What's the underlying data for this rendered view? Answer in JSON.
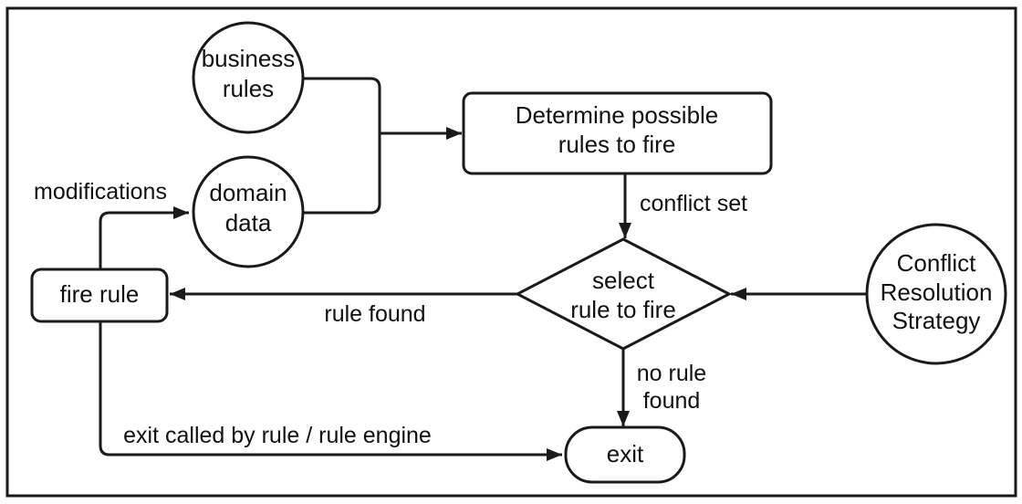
{
  "diagram": {
    "description": "Rule engine execution cycle flowchart",
    "colors": {
      "stroke": "#1a1a1a",
      "fill": "#ffffff",
      "text": "#111111",
      "background": "#ffffff"
    },
    "nodes": {
      "business_rules": {
        "type": "circle",
        "lines": [
          "business",
          "rules"
        ]
      },
      "domain_data": {
        "type": "circle",
        "lines": [
          "domain",
          "data"
        ]
      },
      "determine_rules": {
        "type": "rounded-rect",
        "lines": [
          "Determine possible",
          "rules to fire"
        ]
      },
      "select_rule": {
        "type": "diamond",
        "lines": [
          "select",
          "rule to fire"
        ]
      },
      "conflict_resolution": {
        "type": "circle",
        "lines": [
          "Conflict",
          "Resolution",
          "Strategy"
        ]
      },
      "fire_rule": {
        "type": "rounded-rect",
        "lines": [
          "fire rule"
        ]
      },
      "exit": {
        "type": "stadium",
        "lines": [
          "exit"
        ]
      }
    },
    "edges": [
      {
        "from": "business_rules",
        "to": "determine_rules",
        "label": ""
      },
      {
        "from": "domain_data",
        "to": "determine_rules",
        "label": ""
      },
      {
        "from": "determine_rules",
        "to": "select_rule",
        "label": "conflict set"
      },
      {
        "from": "conflict_resolution",
        "to": "select_rule",
        "label": ""
      },
      {
        "from": "select_rule",
        "to": "fire_rule",
        "label": "rule found"
      },
      {
        "from": "select_rule",
        "to": "exit",
        "label": "no rule found",
        "label_lines": [
          "no rule",
          "found"
        ]
      },
      {
        "from": "fire_rule",
        "to": "domain_data",
        "label": "modifications"
      },
      {
        "from": "fire_rule",
        "to": "exit",
        "label": "exit called by rule / rule engine"
      }
    ]
  }
}
